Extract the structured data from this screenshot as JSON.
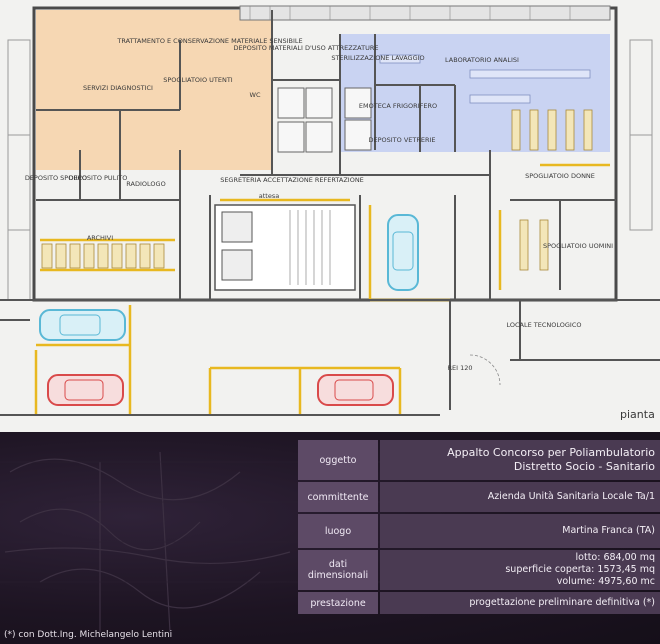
{
  "plan": {
    "view_label": "pianta",
    "rooms": [
      {
        "id": "trattamento",
        "label": "TRATTAMENTO E CONSERVAZIONE MATERIALE SENSIBILE"
      },
      {
        "id": "deposito_attrezzature",
        "label": "DEPOSITO MATERIALI D'USO ATTREZZATURE"
      },
      {
        "id": "sterilizzazione",
        "label": "STERILIZZAZIONE LAVAGGIO"
      },
      {
        "id": "laboratorio",
        "label": "LABORATORIO ANALISI"
      },
      {
        "id": "servizi_diagnostici",
        "label": "SERVIZI DIAGNOSTICI"
      },
      {
        "id": "spogliatoio_utenti",
        "label": "SPOGLIATOIO UTENTI"
      },
      {
        "id": "wc",
        "label": "WC"
      },
      {
        "id": "emoteca",
        "label": "EMOTECA FRIGORIFERO"
      },
      {
        "id": "deposito_vetrerie",
        "label": "DEPOSITO VETRERIE"
      },
      {
        "id": "deposito_sporco",
        "label": "DEPOSITO SPORCO"
      },
      {
        "id": "deposito_pulito",
        "label": "DEPOSITO PULITO"
      },
      {
        "id": "radiologo",
        "label": "RADIOLOGO"
      },
      {
        "id": "segreteria",
        "label": "SEGRETERIA ACCETTAZIONE REFERTAZIONE"
      },
      {
        "id": "attesa",
        "label": "attesa"
      },
      {
        "id": "spogliatoio_donne",
        "label": "SPOGLIATOIO DONNE"
      },
      {
        "id": "spogliatoio_uomini",
        "label": "SPOGLIATOIO UOMINI"
      },
      {
        "id": "archivi",
        "label": "ARCHIVI"
      },
      {
        "id": "locale_tecnologico",
        "label": "LOCALE TECNOLOGICO"
      },
      {
        "id": "rei",
        "label": "REI 120"
      }
    ],
    "colors": {
      "warm_zone": "#f6d7b3",
      "lab_zone": "#c9d3f2",
      "yellow_lines": "#e8b820",
      "car_cyan": "#59b8d6",
      "car_red": "#d94a4a"
    }
  },
  "info": {
    "oggetto": {
      "key": "oggetto",
      "lines": [
        "Appalto Concorso per Poliambulatorio",
        "Distretto Socio - Sanitario"
      ]
    },
    "committente": {
      "key": "committente",
      "lines": [
        "Azienda Unità Sanitaria Locale Ta/1"
      ]
    },
    "luogo": {
      "key": "luogo",
      "lines": [
        "Martina Franca (TA)"
      ]
    },
    "dati": {
      "key": "dati dimensionali",
      "lines": [
        "lotto: 684,00 mq",
        "superficie coperta: 1573,45 mq",
        "volume: 4975,60 mc"
      ]
    },
    "prestazione": {
      "key": "prestazione",
      "lines": [
        "progettazione preliminare definitiva (*)"
      ]
    }
  },
  "credit": "(*) con Dott.Ing. Michelangelo Lentini"
}
